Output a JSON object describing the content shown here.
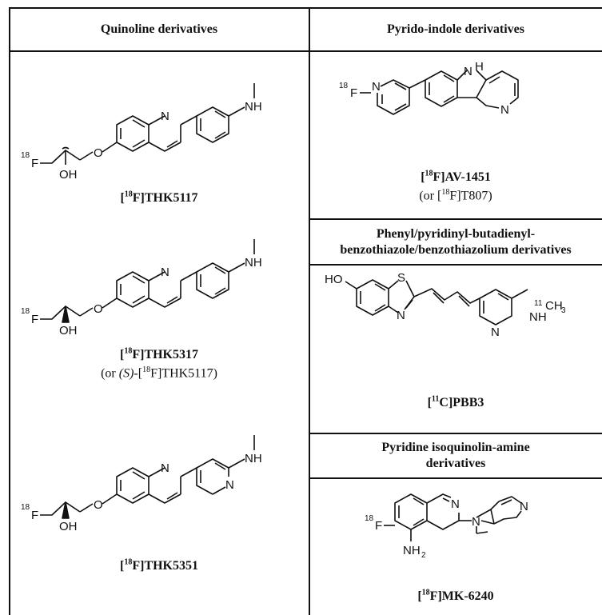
{
  "headers": {
    "quinoline": "Quinoline derivatives",
    "pyrido": "Pyrido-indole derivatives",
    "phenyl": "Phenyl/pyridinyl-butadienyl-benzothiazole/benzothiazolium derivatives",
    "pyridine": "Pyridine isoquinolin-amine derivatives"
  },
  "compounds": {
    "thk5117": {
      "iso": "18",
      "el": "F",
      "name": "THK5117"
    },
    "thk5317": {
      "iso": "18",
      "el": "F",
      "name": "THK5317",
      "alt_pre": "(or ",
      "alt_s": "(S)",
      "alt_dash": "-[",
      "alt_iso": "18",
      "alt_post": "F]THK5117)"
    },
    "thk5351": {
      "iso": "18",
      "el": "F",
      "name": "THK5351"
    },
    "av1451": {
      "iso": "18",
      "el": "F",
      "name": "AV-1451",
      "alt_pre": "(or [",
      "alt_iso": "18",
      "alt_post": "F]T807)"
    },
    "pbb3": {
      "iso": "11",
      "el": "C",
      "name": "PBB3"
    },
    "mk6240": {
      "iso": "18",
      "el": "F",
      "name": "MK-6240"
    }
  },
  "atoms": {
    "n": "N",
    "nh": "NH",
    "h": "H",
    "f": "F",
    "oh": "OH",
    "o": "O",
    "s": "S",
    "ho": "HO",
    "ch3": "CH",
    "ch3_sub": "3",
    "nh2": "NH",
    "nh2_sub": "2",
    "iso18": "18",
    "iso11": "11"
  }
}
